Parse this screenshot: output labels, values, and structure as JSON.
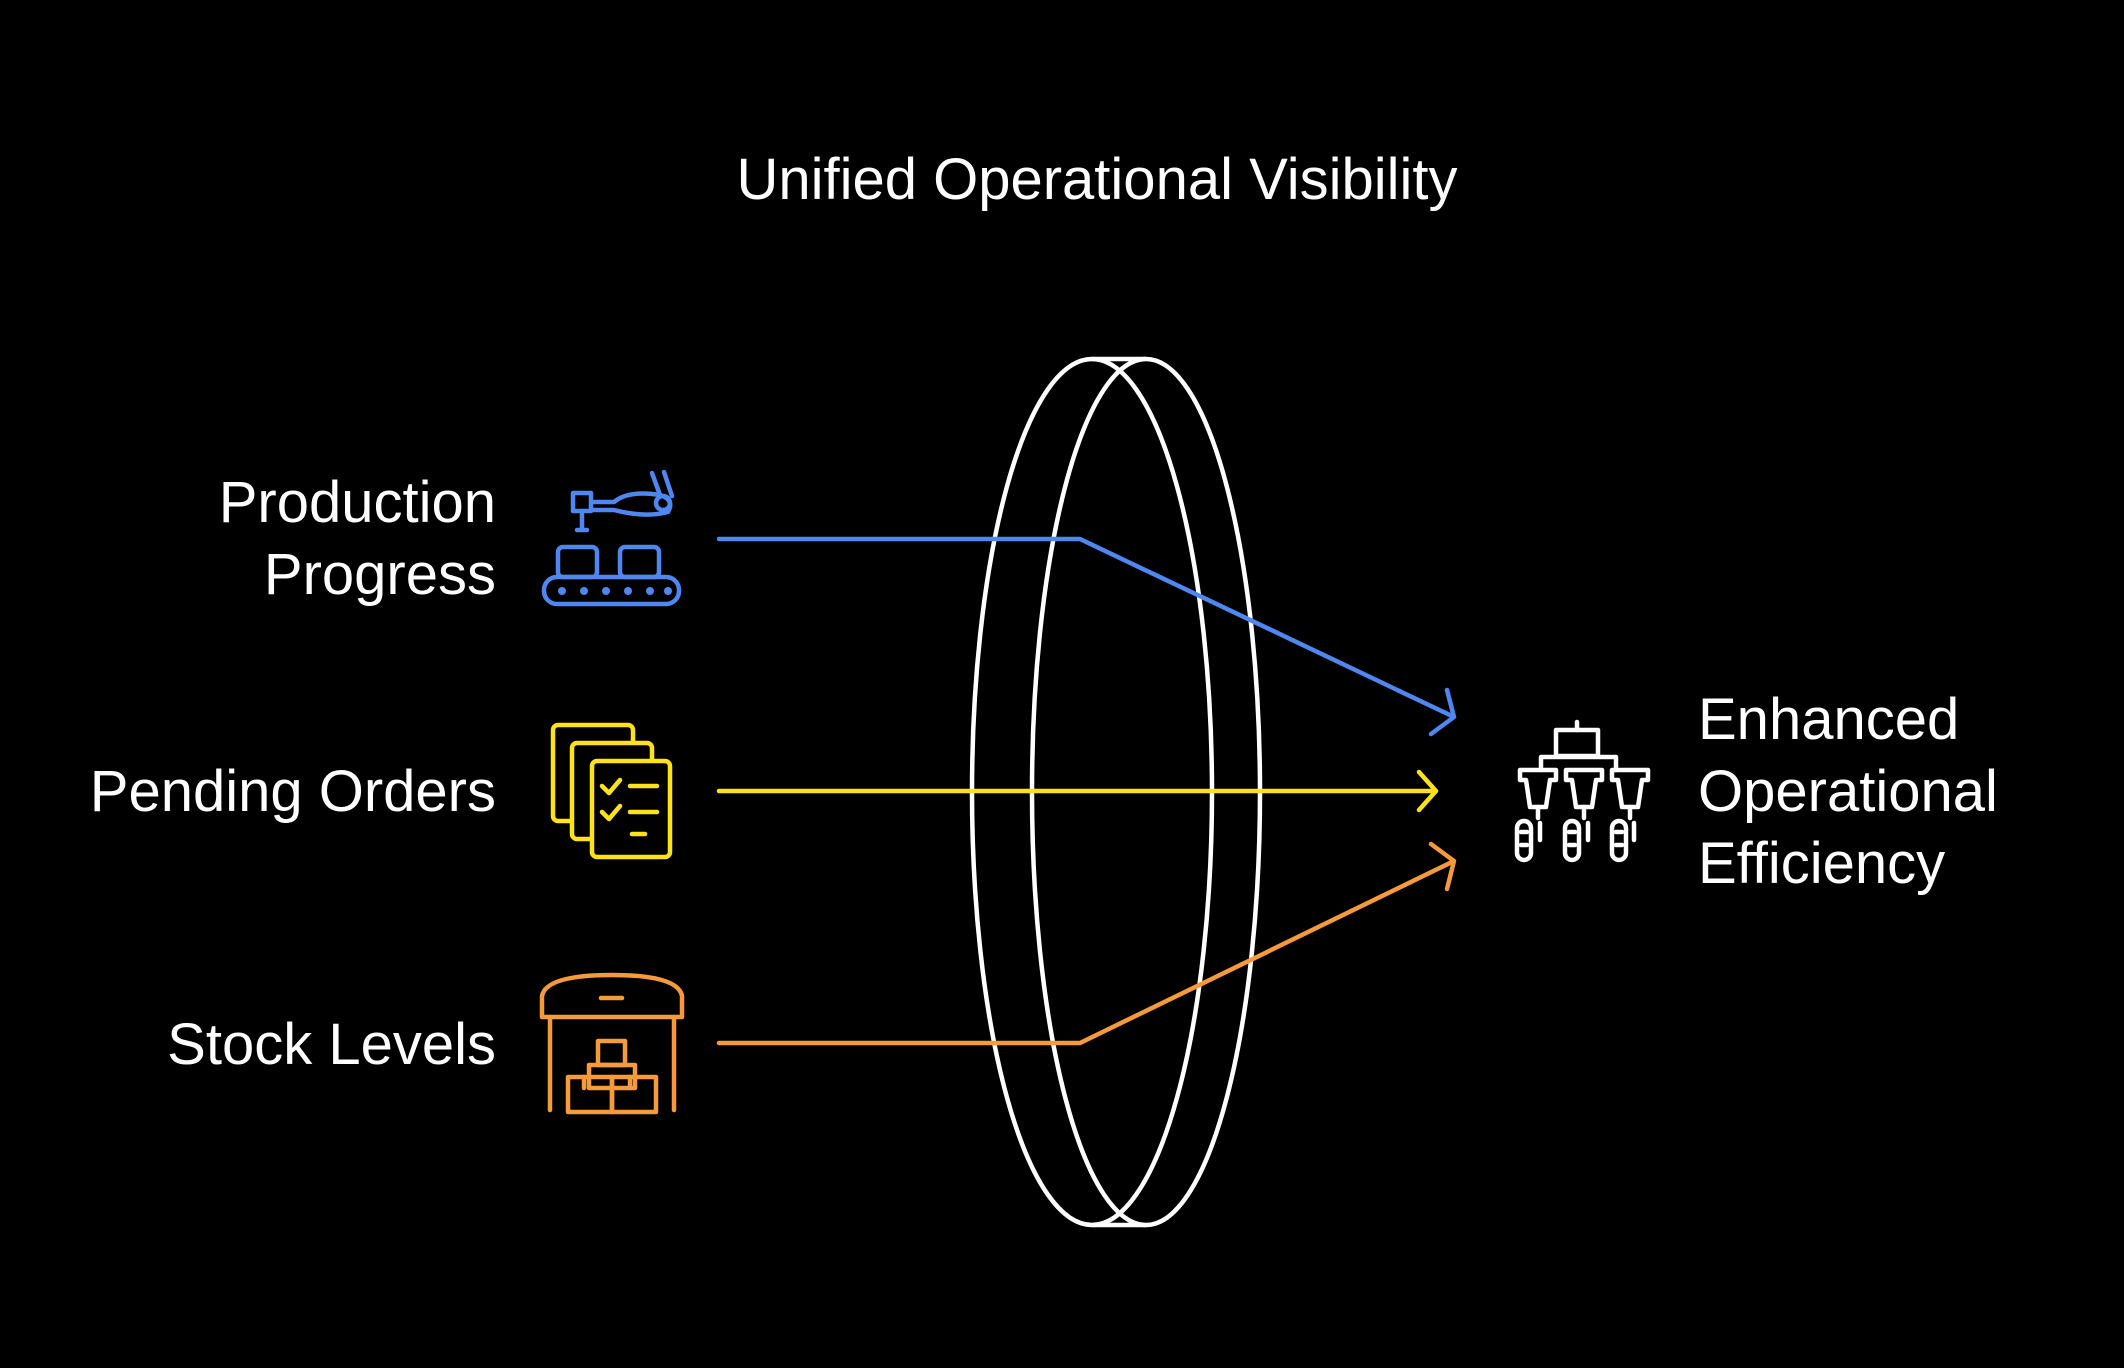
{
  "title": "Unified Operational Visibility",
  "inputs": [
    {
      "line1": "Production",
      "line2": "Progress",
      "icon": "conveyor-robot-arm-icon",
      "color": "#4f86f0"
    },
    {
      "line1": "Pending Orders",
      "line2": "",
      "icon": "checklist-documents-icon",
      "color": "#ffe21a"
    },
    {
      "line1": "Stock Levels",
      "line2": "",
      "icon": "warehouse-boxes-icon",
      "color": "#f79a3a"
    }
  ],
  "output": {
    "line1": "Enhanced",
    "line2": "Operational",
    "line3": "Efficiency",
    "icon": "factory-machines-icon",
    "color": "#ffffff"
  },
  "lens": {
    "icon": "lens-icon",
    "color": "#ffffff"
  }
}
